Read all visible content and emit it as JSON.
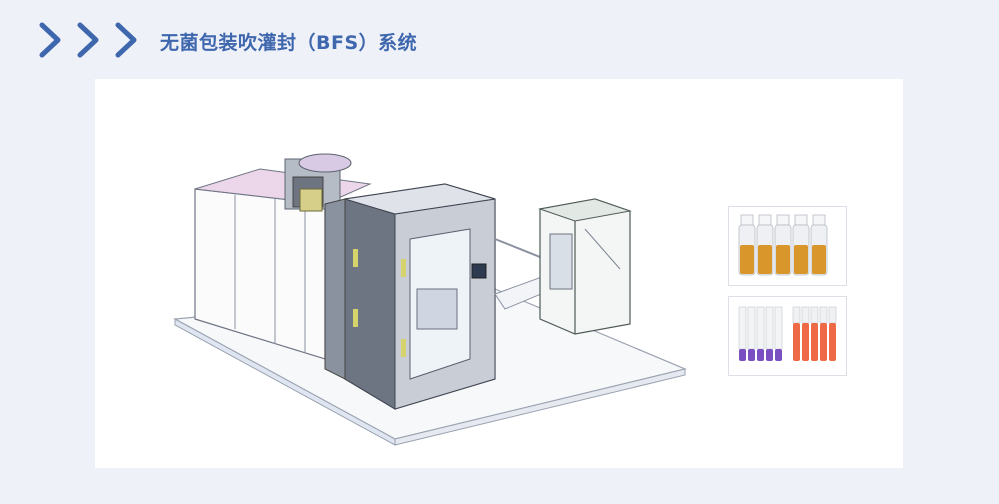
{
  "header": {
    "title": "无菌包装吹灌封（BFS）系统",
    "chevron_color": "#3f67ad"
  },
  "images": {
    "machine": "bfs-machine-illustration",
    "product_amber": "amber-ampoule-strip",
    "product_vials": "purple-orange-vial-strips"
  }
}
